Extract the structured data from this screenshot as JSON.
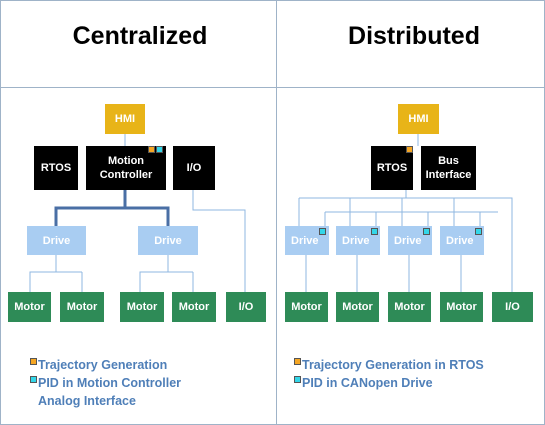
{
  "headers": {
    "left": "Centralized",
    "right": "Distributed"
  },
  "centralized": {
    "hmi": "HMI",
    "rtos": "RTOS",
    "motion_controller": "Motion Controller",
    "io_top": "I/O",
    "drives": [
      "Drive",
      "Drive"
    ],
    "motors": [
      "Motor",
      "Motor",
      "Motor",
      "Motor"
    ],
    "io_bottom": "I/O",
    "legend": [
      "Trajectory Generation",
      "PID in Motion Controller",
      "Analog Interface"
    ]
  },
  "distributed": {
    "hmi": "HMI",
    "rtos": "RTOS",
    "bus_interface": "Bus Interface",
    "drives": [
      "Drive",
      "Drive",
      "Drive",
      "Drive"
    ],
    "motors": [
      "Motor",
      "Motor",
      "Motor",
      "Motor"
    ],
    "io_bottom": "I/O",
    "legend": [
      "Trajectory Generation in RTOS",
      "PID in CANopen Drive"
    ]
  },
  "colors": {
    "hmi": "#e8b418",
    "controller": "#000000",
    "drive": "#a9cdf2",
    "motor": "#2e8b57",
    "trajectory_marker": "#f5a623",
    "pid_marker": "#33d6e8",
    "legend_text": "#4f7fb8"
  }
}
